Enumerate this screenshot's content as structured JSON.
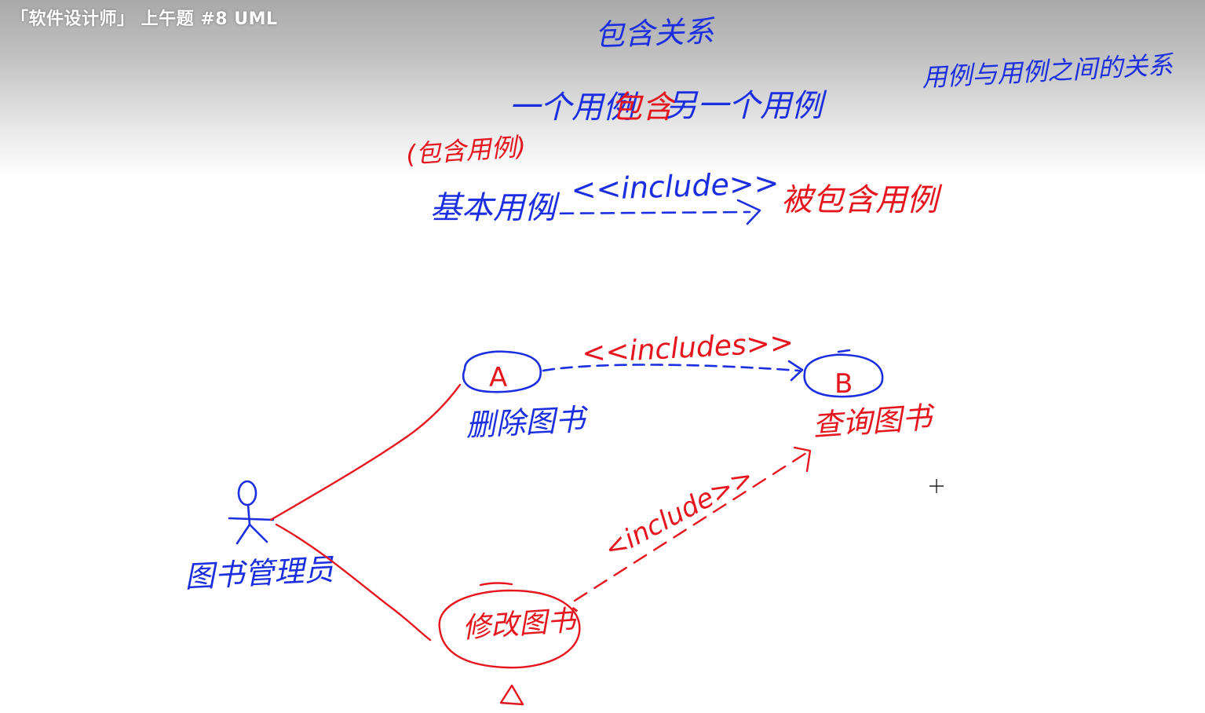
{
  "video": {
    "title": "「软件设计师」 上午题 #8 UML"
  },
  "colors": {
    "blue": "#1c2fe0",
    "red": "#e5161e",
    "ink_black": "#222222"
  },
  "notes": {
    "heading": "包含关系",
    "definition_prefix": "一个用例",
    "definition_keyword": "包含",
    "definition_suffix": "另一个用例",
    "relation_between": "用例与用例之间的关系",
    "base_tag": "(包含用例)",
    "base_use_case": "基本用例",
    "include_stereotype": "<<include>>",
    "included_use_case": "被包含用例"
  },
  "diagram": {
    "use_case_a": {
      "letter": "A",
      "caption": "删除图书"
    },
    "use_case_b": {
      "letter": "B",
      "caption": "查询图书"
    },
    "use_case_modify": {
      "label": "修改图书"
    },
    "actor": {
      "label": "图书管理员"
    },
    "edge_a_b_label": "<<includes>>",
    "edge_modify_b_label": "<include>>",
    "cursor_icon": "crosshair-icon"
  }
}
